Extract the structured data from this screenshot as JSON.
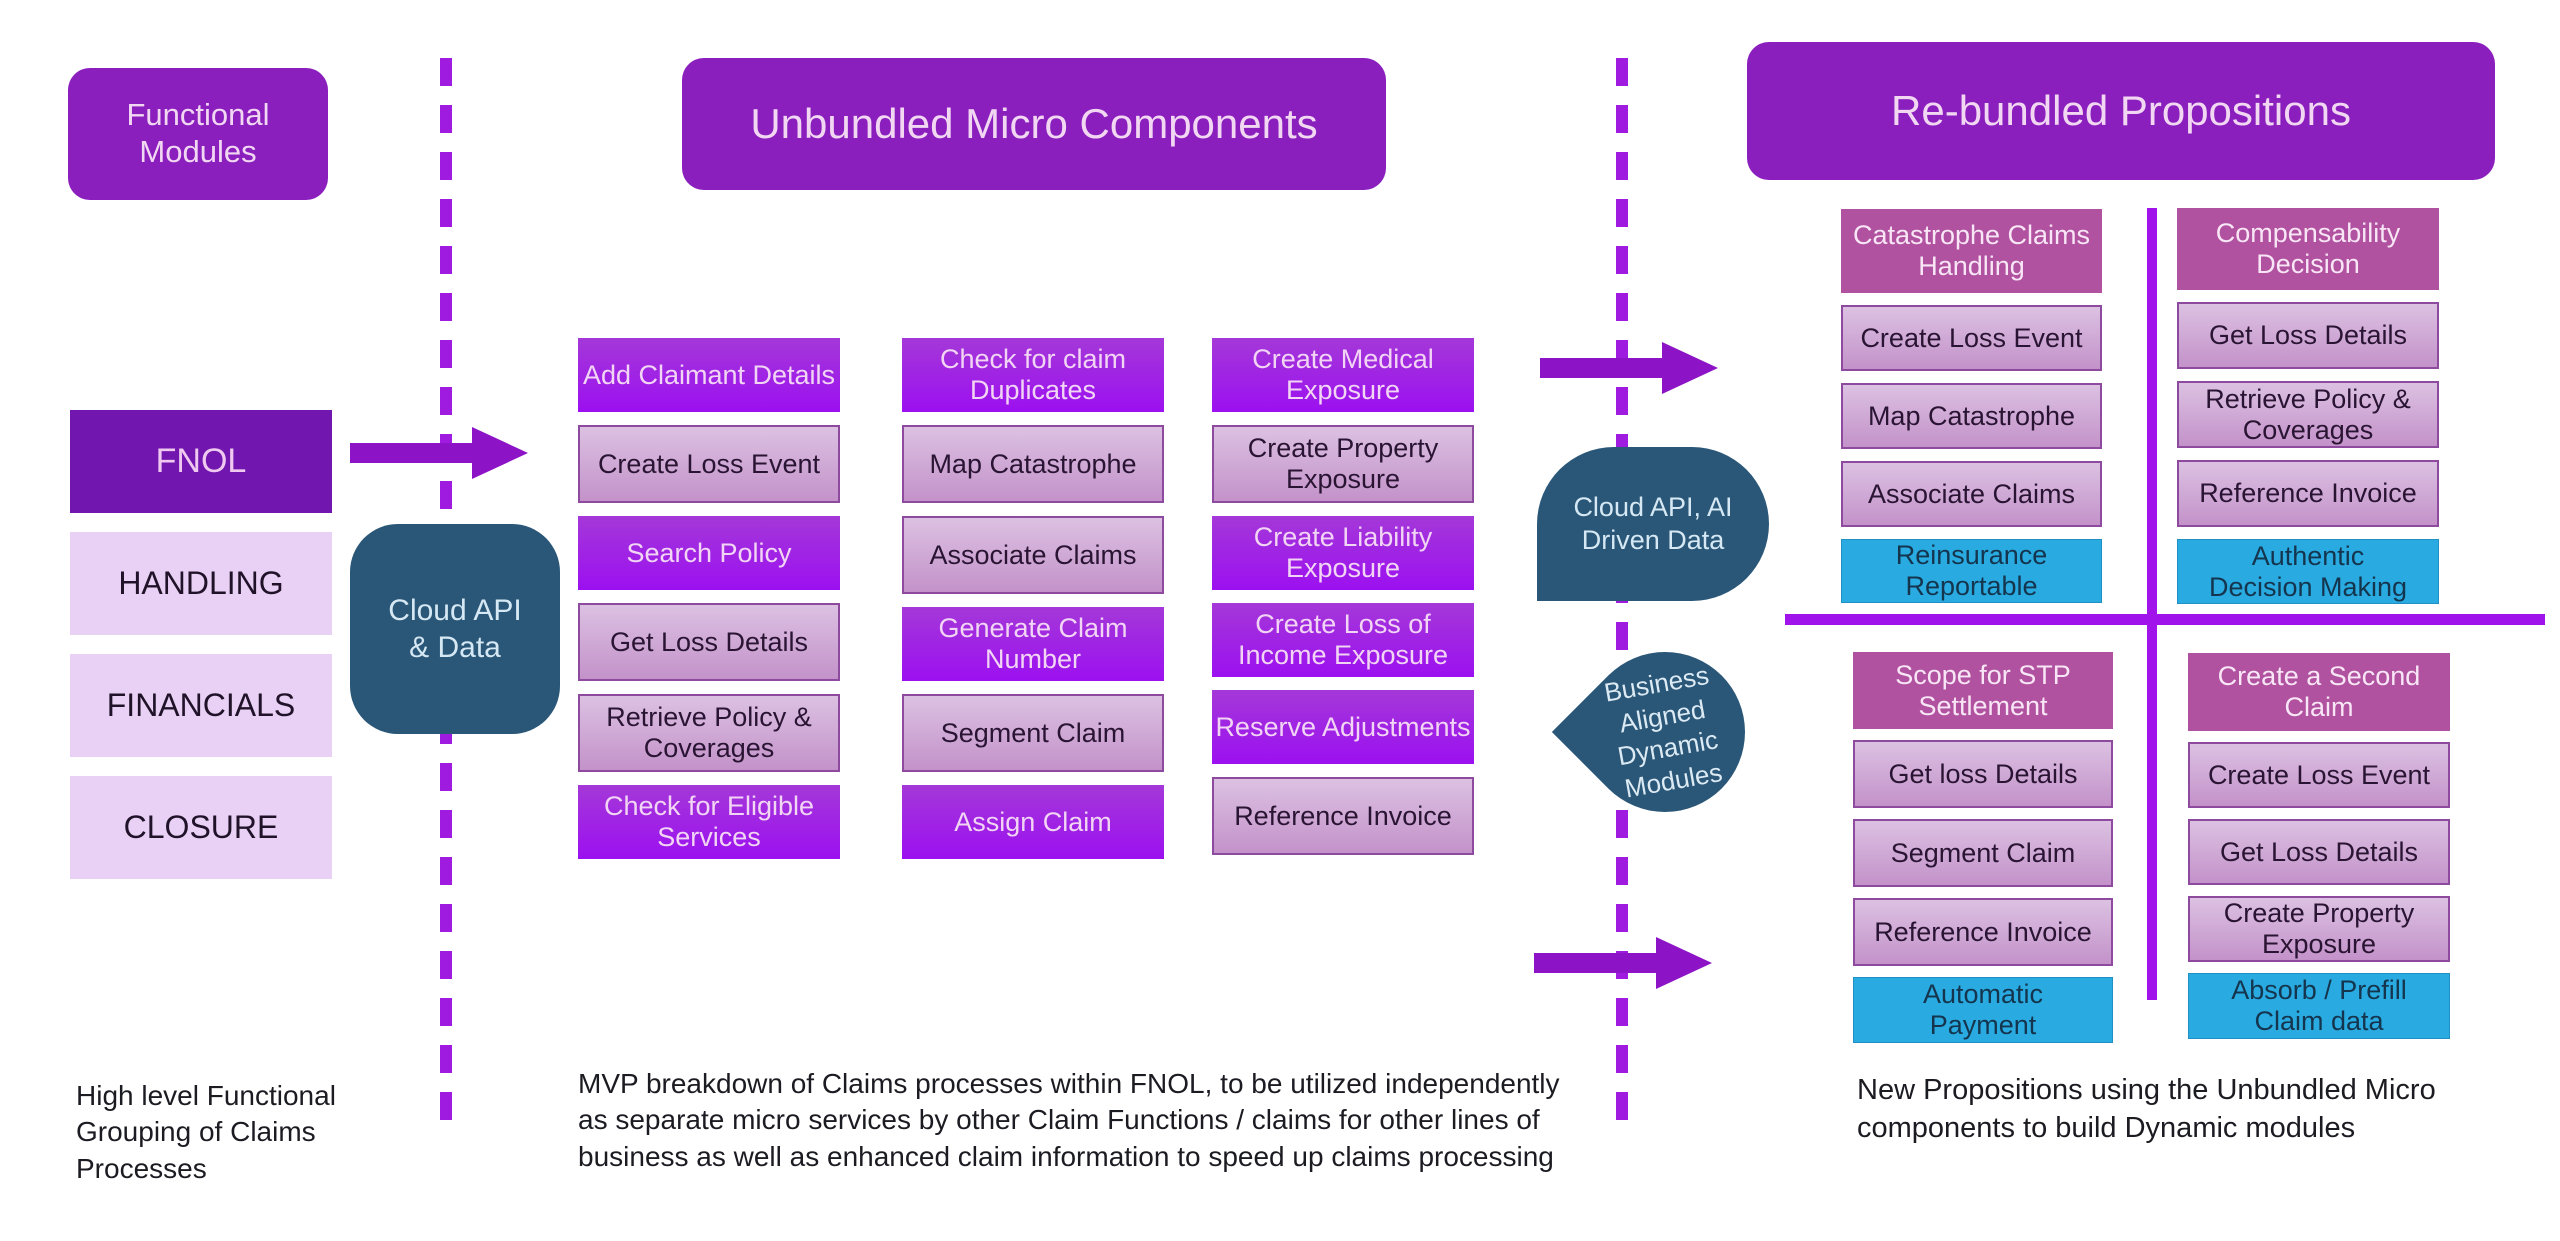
{
  "colors": {
    "purple_header": "#8a1fbe",
    "purple_bright_top": "#a438d8",
    "purple_bright_bottom": "#9c10f0",
    "purple_dark_fnol": "#7116ae",
    "lavender": "#e9d1f5",
    "mauve_top": "#dcc1e2",
    "mauve_bottom": "#c392c9",
    "magenta": "#b0529f",
    "cyan": "#29abe2",
    "teal": "#2a5778",
    "dashed_line": "#a01be0",
    "arrow": "#8d13c6",
    "divider": "#a013ea"
  },
  "left": {
    "header": "Functional Modules",
    "modules": [
      "FNOL",
      "HANDLING",
      "FINANCIALS",
      "CLOSURE"
    ],
    "caption": "High level Functional Grouping of Claims Processes"
  },
  "connectors": {
    "cloud_api_box": "Cloud API\n& Data",
    "cloud_ai_bubble": "Cloud API, AI\nDriven Data",
    "business_bubble": "Business\nAligned\nDynamic\nModules"
  },
  "middle": {
    "header": "Unbundled Micro Components",
    "columns": [
      [
        "Add Claimant Details",
        "Create Loss Event",
        "Search Policy",
        "Get Loss Details",
        "Retrieve Policy & Coverages",
        "Check for Eligible Services"
      ],
      [
        "Check for claim Duplicates",
        "Map Catastrophe",
        "Associate Claims",
        "Generate Claim Number",
        "Segment Claim",
        "Assign Claim"
      ],
      [
        "Create Medical Exposure",
        "Create Property Exposure",
        "Create Liability Exposure",
        "Create Loss of Income Exposure",
        "Reserve Adjustments",
        "Reference Invoice"
      ]
    ],
    "caption": "MVP breakdown of Claims processes within FNOL, to be utilized independently  as separate micro services by other Claim Functions /  claims for other lines of business as well as enhanced claim information to speed up claims processing"
  },
  "right": {
    "header": "Re-bundled Propositions",
    "quadrants": [
      {
        "title": "Catastrophe Claims Handling",
        "items": [
          "Create Loss Event",
          "Map Catastrophe",
          "Associate Claims"
        ],
        "highlight": "Reinsurance\nReportable"
      },
      {
        "title": "Compensability Decision",
        "items": [
          "Get Loss Details",
          "Retrieve Policy & Coverages",
          "Reference Invoice"
        ],
        "highlight": "Authentic\nDecision Making"
      },
      {
        "title": "Scope for STP Settlement",
        "items": [
          "Get loss Details",
          "Segment Claim",
          "Reference Invoice"
        ],
        "highlight": "Automatic\nPayment"
      },
      {
        "title": "Create a Second Claim",
        "items": [
          "Create Loss Event",
          "Get Loss Details",
          "Create Property Exposure"
        ],
        "highlight": "Absorb / Prefill\nClaim data"
      }
    ],
    "caption": "New Propositions using the Unbundled Micro components to build Dynamic modules"
  }
}
